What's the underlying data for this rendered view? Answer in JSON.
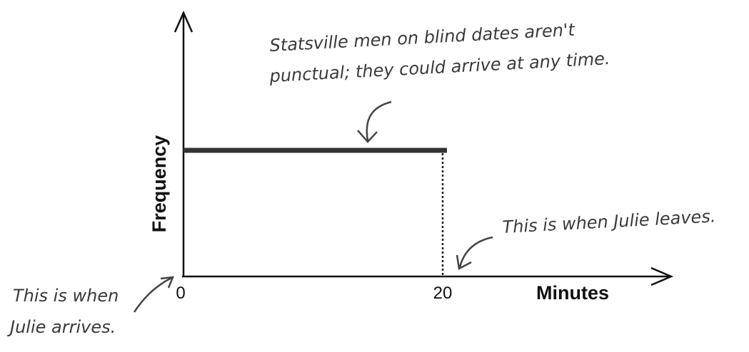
{
  "chart_data": {
    "type": "line",
    "xlabel": "Minutes",
    "ylabel": "Frequency",
    "x_ticks": [
      "0",
      "20"
    ],
    "xlim": [
      0,
      20
    ],
    "series": [
      {
        "x": [
          0,
          20
        ],
        "y": [
          1,
          1
        ]
      }
    ],
    "annotations": {
      "top_note": [
        "Statsville men on blind dates aren't",
        "punctual; they could arrive at any time."
      ],
      "right_note": [
        "This is when Julie leaves."
      ],
      "left_note": [
        "This is when",
        "Julie arrives."
      ]
    },
    "grid": false,
    "colors": {
      "line": "#333333",
      "axis": "#111111",
      "text": "#3a3a3a"
    }
  }
}
